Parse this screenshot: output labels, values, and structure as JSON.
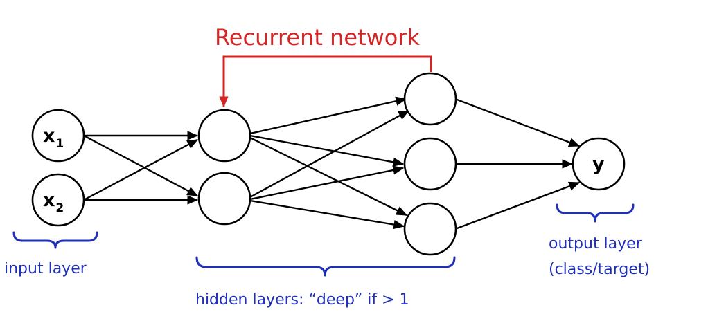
{
  "title": "Recurrent network",
  "nodes": {
    "x1": {
      "main": "x",
      "sub": "1"
    },
    "x2": {
      "main": "x",
      "sub": "2"
    },
    "y": {
      "main": "y"
    }
  },
  "labels": {
    "input_layer": "input layer",
    "hidden_layers": "hidden layers: “deep” if > 1",
    "output_layer_line1": "output layer",
    "output_layer_line2": "(class/target)"
  },
  "colors": {
    "recurrent": "#d42424",
    "annotation": "#1f2fb8",
    "stroke": "#000000"
  }
}
